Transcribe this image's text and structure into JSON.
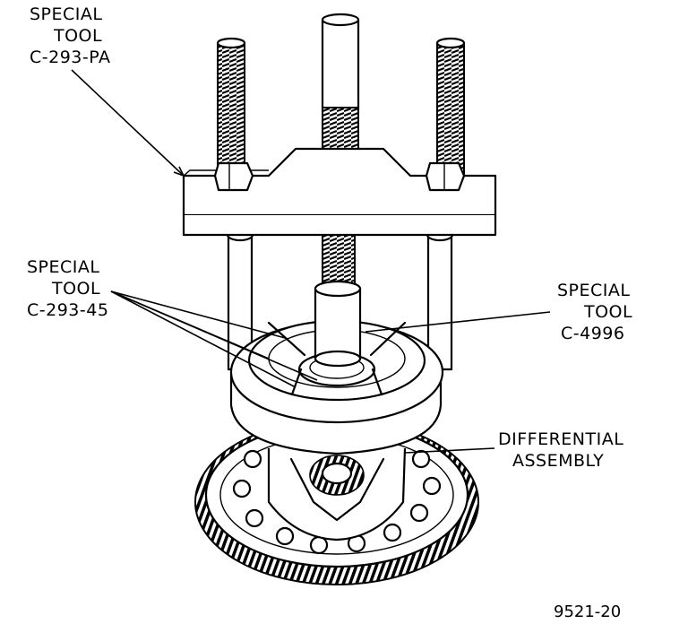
{
  "labels": {
    "tool_pa": [
      "SPECIAL",
      "TOOL",
      "C-293-PA"
    ],
    "tool_45": [
      "SPECIAL",
      "TOOL",
      "C-293-45"
    ],
    "tool_4996": [
      "SPECIAL",
      "TOOL",
      "C-4996"
    ],
    "diff": [
      "DIFFERENTIAL",
      "ASSEMBLY"
    ]
  },
  "figure_number": "9521-20"
}
